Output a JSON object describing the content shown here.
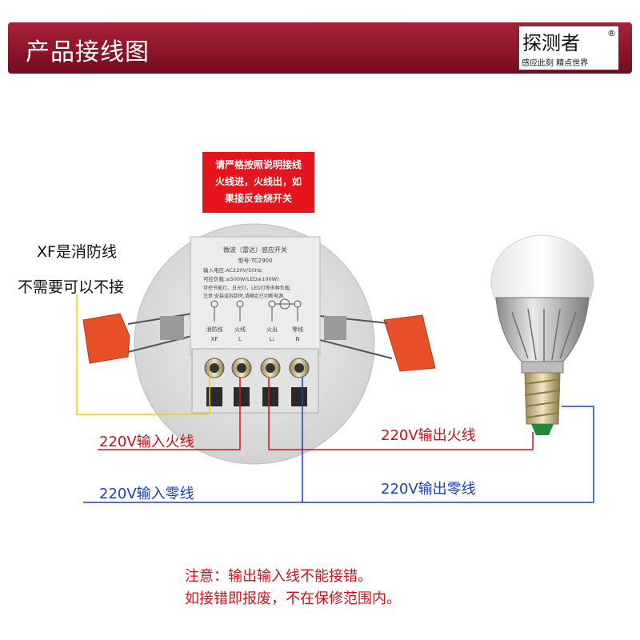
{
  "header": {
    "title": "产品接线图",
    "brand_name": "探测者",
    "brand_reg": "®",
    "brand_slogan": "感应此刻 精点世界"
  },
  "warning_box": {
    "line1": "请严格按照说明接线",
    "line2": "火线进，火线出，如",
    "line3": "果接反会烧开关"
  },
  "xf_note": {
    "line1": "XF是消防线",
    "line2": "不需要可以不接"
  },
  "switch_label": {
    "line1": "微波（雷达）感应开关",
    "line2": "型号:TC2900",
    "line3": "输入电压:AC220V/50Hz;",
    "line4": "可控负载:≤500W(LED≤100W)",
    "line5": "可控节能灯、日光灯，LED灯等多种负载;",
    "line6": "注意:安装或拆卸时,请确定已切断电源.",
    "terminals": [
      {
        "cn": "消防线",
        "code": "XF"
      },
      {
        "cn": "火线",
        "code": "L"
      },
      {
        "cn": "火出",
        "code": "L₁"
      },
      {
        "cn": "零线",
        "code": "N"
      }
    ]
  },
  "wires": {
    "input_fire": "220V输入火线",
    "input_zero": "220V输入零线",
    "output_fire": "220V输出火线",
    "output_zero": "220V输出零线"
  },
  "notice": {
    "line1": "注意：输出输入线不能接错。",
    "line2": "如接错即报废，不在保修范围内。"
  },
  "colors": {
    "header": "#8a1428",
    "warning": "#e5141d",
    "red_wire": "#d4101c",
    "blue_wire": "#1b3fc4",
    "yellow_wire": "#e8d400",
    "clip": "#e8502a"
  },
  "icons": {
    "bulb": "led-bulb-icon",
    "terminal": "screw-terminal-icon",
    "switch": "radar-sensor-switch-icon"
  }
}
